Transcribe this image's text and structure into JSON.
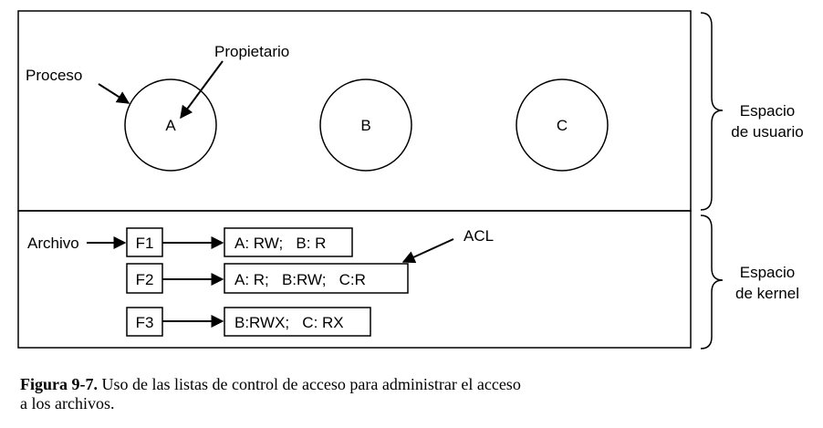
{
  "user_space": {
    "processes": [
      {
        "name": "A"
      },
      {
        "name": "B"
      },
      {
        "name": "C"
      }
    ],
    "process_label": "Proceso",
    "owner_label": "Propietario",
    "brace_label_line1": "Espacio",
    "brace_label_line2": "de usuario"
  },
  "kernel_space": {
    "file_label": "Archivo",
    "acl_label": "ACL",
    "files": [
      {
        "name": "F1",
        "acl": "A: RW;   B: R"
      },
      {
        "name": "F2",
        "acl": "A: R;   B:RW;   C:R"
      },
      {
        "name": "F3",
        "acl": "B:RWX;   C: RX"
      }
    ],
    "brace_label_line1": "Espacio",
    "brace_label_line2": "de kernel"
  },
  "caption": {
    "figure_label": "Figura 9-7.",
    "text_line1": "Uso de las listas de control de acceso para administrar el acceso",
    "text_line2": "a los archivos."
  }
}
